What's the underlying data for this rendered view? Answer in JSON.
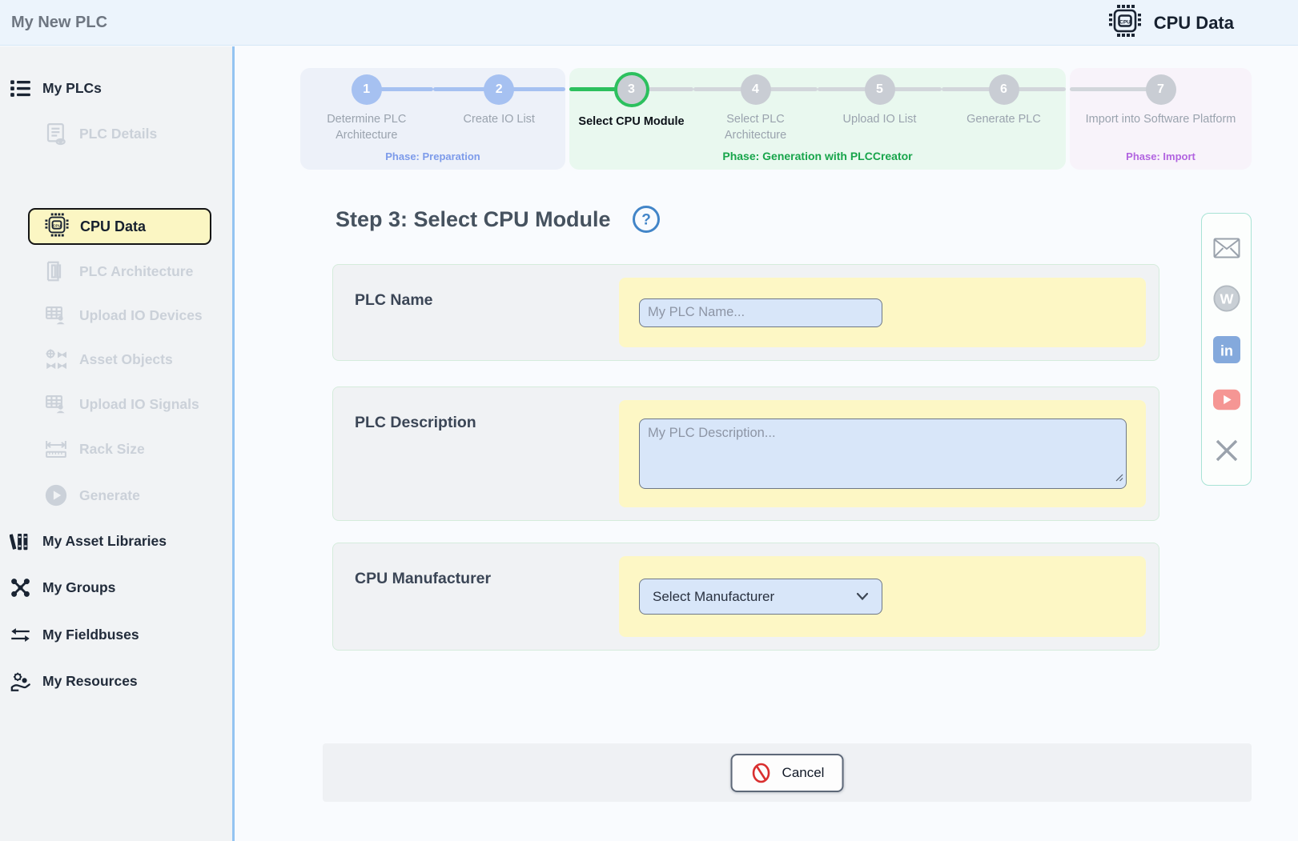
{
  "header": {
    "title": "My New PLC",
    "context_label": "CPU Data"
  },
  "sidebar": {
    "items": [
      {
        "label": "My PLCs",
        "state": "normal",
        "icon": "list-icon"
      },
      {
        "label": "PLC Details",
        "state": "disabled",
        "icon": "document-eye-icon"
      },
      {
        "label": "CPU Data",
        "state": "active",
        "icon": "cpu-chip-icon"
      },
      {
        "label": "PLC Architecture",
        "state": "disabled",
        "icon": "rack-icon"
      },
      {
        "label": "Upload IO Devices",
        "state": "disabled",
        "icon": "table-user-icon"
      },
      {
        "label": "Asset Objects",
        "state": "disabled",
        "icon": "asset-objects-icon"
      },
      {
        "label": "Upload IO Signals",
        "state": "disabled",
        "icon": "table-user-icon"
      },
      {
        "label": "Rack Size",
        "state": "disabled",
        "icon": "ruler-icon"
      },
      {
        "label": "Generate",
        "state": "disabled",
        "icon": "play-circle-icon"
      },
      {
        "label": "My Asset Libraries",
        "state": "normal",
        "icon": "books-icon"
      },
      {
        "label": "My Groups",
        "state": "normal",
        "icon": "network-icon"
      },
      {
        "label": "My Fieldbuses",
        "state": "normal",
        "icon": "arrows-icon"
      },
      {
        "label": "My Resources",
        "state": "normal",
        "icon": "hand-gear-icon"
      }
    ]
  },
  "stepper": {
    "sections": [
      {
        "phase": "Phase: Preparation",
        "steps": [
          {
            "num": "1",
            "label": "Determine PLC Architecture",
            "state": "done"
          },
          {
            "num": "2",
            "label": "Create IO List",
            "state": "done"
          }
        ]
      },
      {
        "phase": "Phase: Generation with PLCCreator",
        "steps": [
          {
            "num": "3",
            "label": "Select CPU Module",
            "state": "current"
          },
          {
            "num": "4",
            "label": "Select PLC Architecture",
            "state": "upcoming"
          },
          {
            "num": "5",
            "label": "Upload IO List",
            "state": "upcoming"
          },
          {
            "num": "6",
            "label": "Generate PLC",
            "state": "upcoming"
          }
        ]
      },
      {
        "phase": "Phase: Import",
        "steps": [
          {
            "num": "7",
            "label": "Import into Software Platform",
            "state": "upcoming"
          }
        ]
      }
    ]
  },
  "main": {
    "heading": "Step 3: Select CPU Module",
    "fields": [
      {
        "label": "PLC Name",
        "control": "input",
        "placeholder": "My PLC Name..."
      },
      {
        "label": "PLC Description",
        "control": "textarea",
        "placeholder": "My PLC Description..."
      },
      {
        "label": "CPU Manufacturer",
        "control": "select",
        "value": "Select Manufacturer"
      }
    ],
    "cancel_label": "Cancel"
  },
  "social": {
    "icons": [
      "email-icon",
      "wordpress-icon",
      "linkedin-icon",
      "youtube-icon",
      "x-icon"
    ]
  },
  "icons": {
    "cpu_chip_text": "CPU",
    "help_glyph": "?",
    "wordpress_glyph": "W",
    "linkedin_glyph": "in",
    "x_glyph": "X"
  },
  "colors": {
    "header_bg": "#ecf4fc",
    "sidebar_bg": "#f1f3f5",
    "divider_blue": "#94c4f2",
    "active_yellow": "#fbf6c3",
    "panel_yellow": "#fdf7c5",
    "input_blue": "#d8e6f9",
    "step_blue": "#a6c1f1",
    "step_grey": "#c9cdd4",
    "progress_green": "#2cc05e",
    "phase_prep": "#7d9bea",
    "phase_gen": "#18a54b",
    "phase_import": "#b264e0",
    "help_blue": "#4285c8",
    "cancel_red": "#d92f2f",
    "linkedin_blue": "#84a9dc",
    "youtube_red": "#f59694"
  }
}
